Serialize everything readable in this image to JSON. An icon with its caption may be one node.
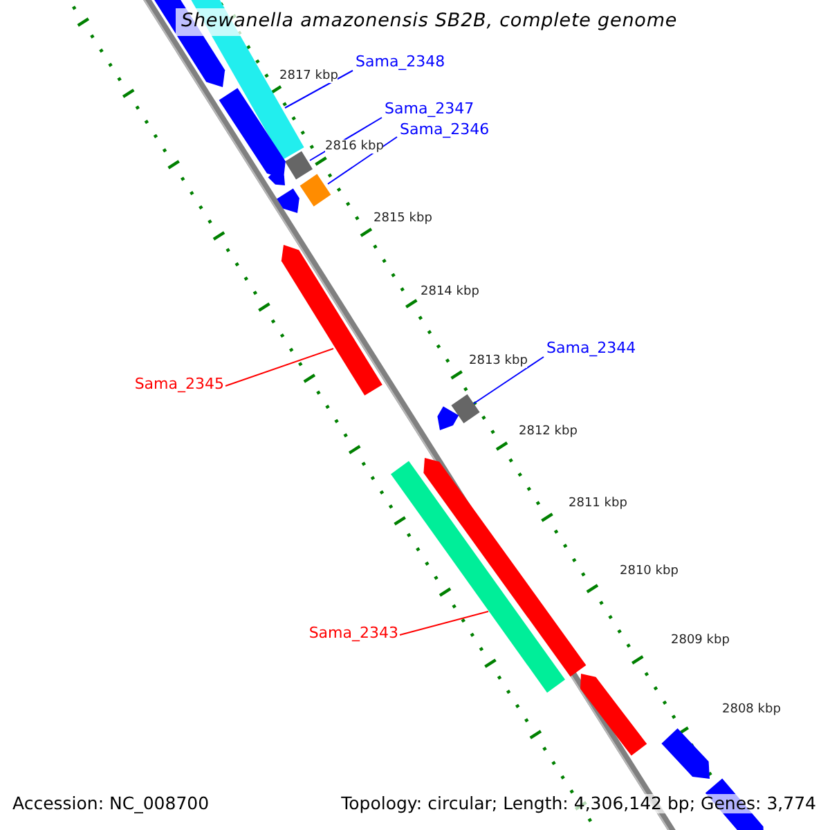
{
  "diagram": {
    "title": "Shewanella amazonensis SB2B, complete genome",
    "nodes": [
      {
        "text": [
          "Sama_2348"
        ]
      },
      {
        "text": [],
        "shape": "bar"
      },
      {
        "text": [
          "Sama_2347"
        ]
      },
      {
        "text": [],
        "shape": "bar"
      },
      {
        "text": [
          "Sama_2346"
        ]
      },
      {
        "text": [],
        "shape": "bar"
      },
      {
        "text": [],
        "shape": "arrow"
      },
      {
        "text": [
          "Sama_2345"
        ]
      },
      {
        "text": [
          "Sama_2344"
        ]
      },
      {
        "text": [],
        "shape": "bar"
      },
      {
        "text": [],
        "shape": "bar"
      },
      {
        "text": [
          "Sama_2343"
        ]
      },
      {
        "text": [],
        "shape": "arrow"
      },
      {
        "text": [],
        "shape": "arrow"
      },
      {
        "text": [],
        "shape": "arrow"
      },
      {
        "text": [],
        "shape": "arrow"
      },
      {
        "text": [],
        "shape": "arrow"
      },
      {
        "text": [],
        "shape": "arrow"
      },
      {
        "text": [],
        "shape": "arrow"
      },
      {
        "text": [],
        "shape": "arrow"
      },
      {
        "text": [],
        "shape": "arrow"
      }
    ],
    "edges": [
      {
        "from": 0,
        "to": 1,
        "arrow": "none"
      },
      {
        "from": 2,
        "to": 3,
        "arrow": "none"
      },
      {
        "from": 4,
        "to": 5,
        "arrow": "none"
      },
      {
        "from": 7,
        "to": 6,
        "arrow": "none",
        "color": "#ff0000"
      },
      {
        "from": 8,
        "to": 9,
        "arrow": "none"
      },
      {
        "from": 11,
        "to": 10,
        "arrow": "none",
        "color": "#ff0000"
      }
    ],
    "labels": [
      "2817 kbp",
      "2816 kbp",
      "2815 kbp",
      "2814 kbp",
      "2813 kbp",
      "2812 kbp",
      "2811 kbp",
      "2810 kbp",
      "2809 kbp",
      "2808 kbp",
      "Accession: NC_008700",
      "Topology: circular; Length: 4,306,142 bp; Genes: 3,774"
    ]
  }
}
